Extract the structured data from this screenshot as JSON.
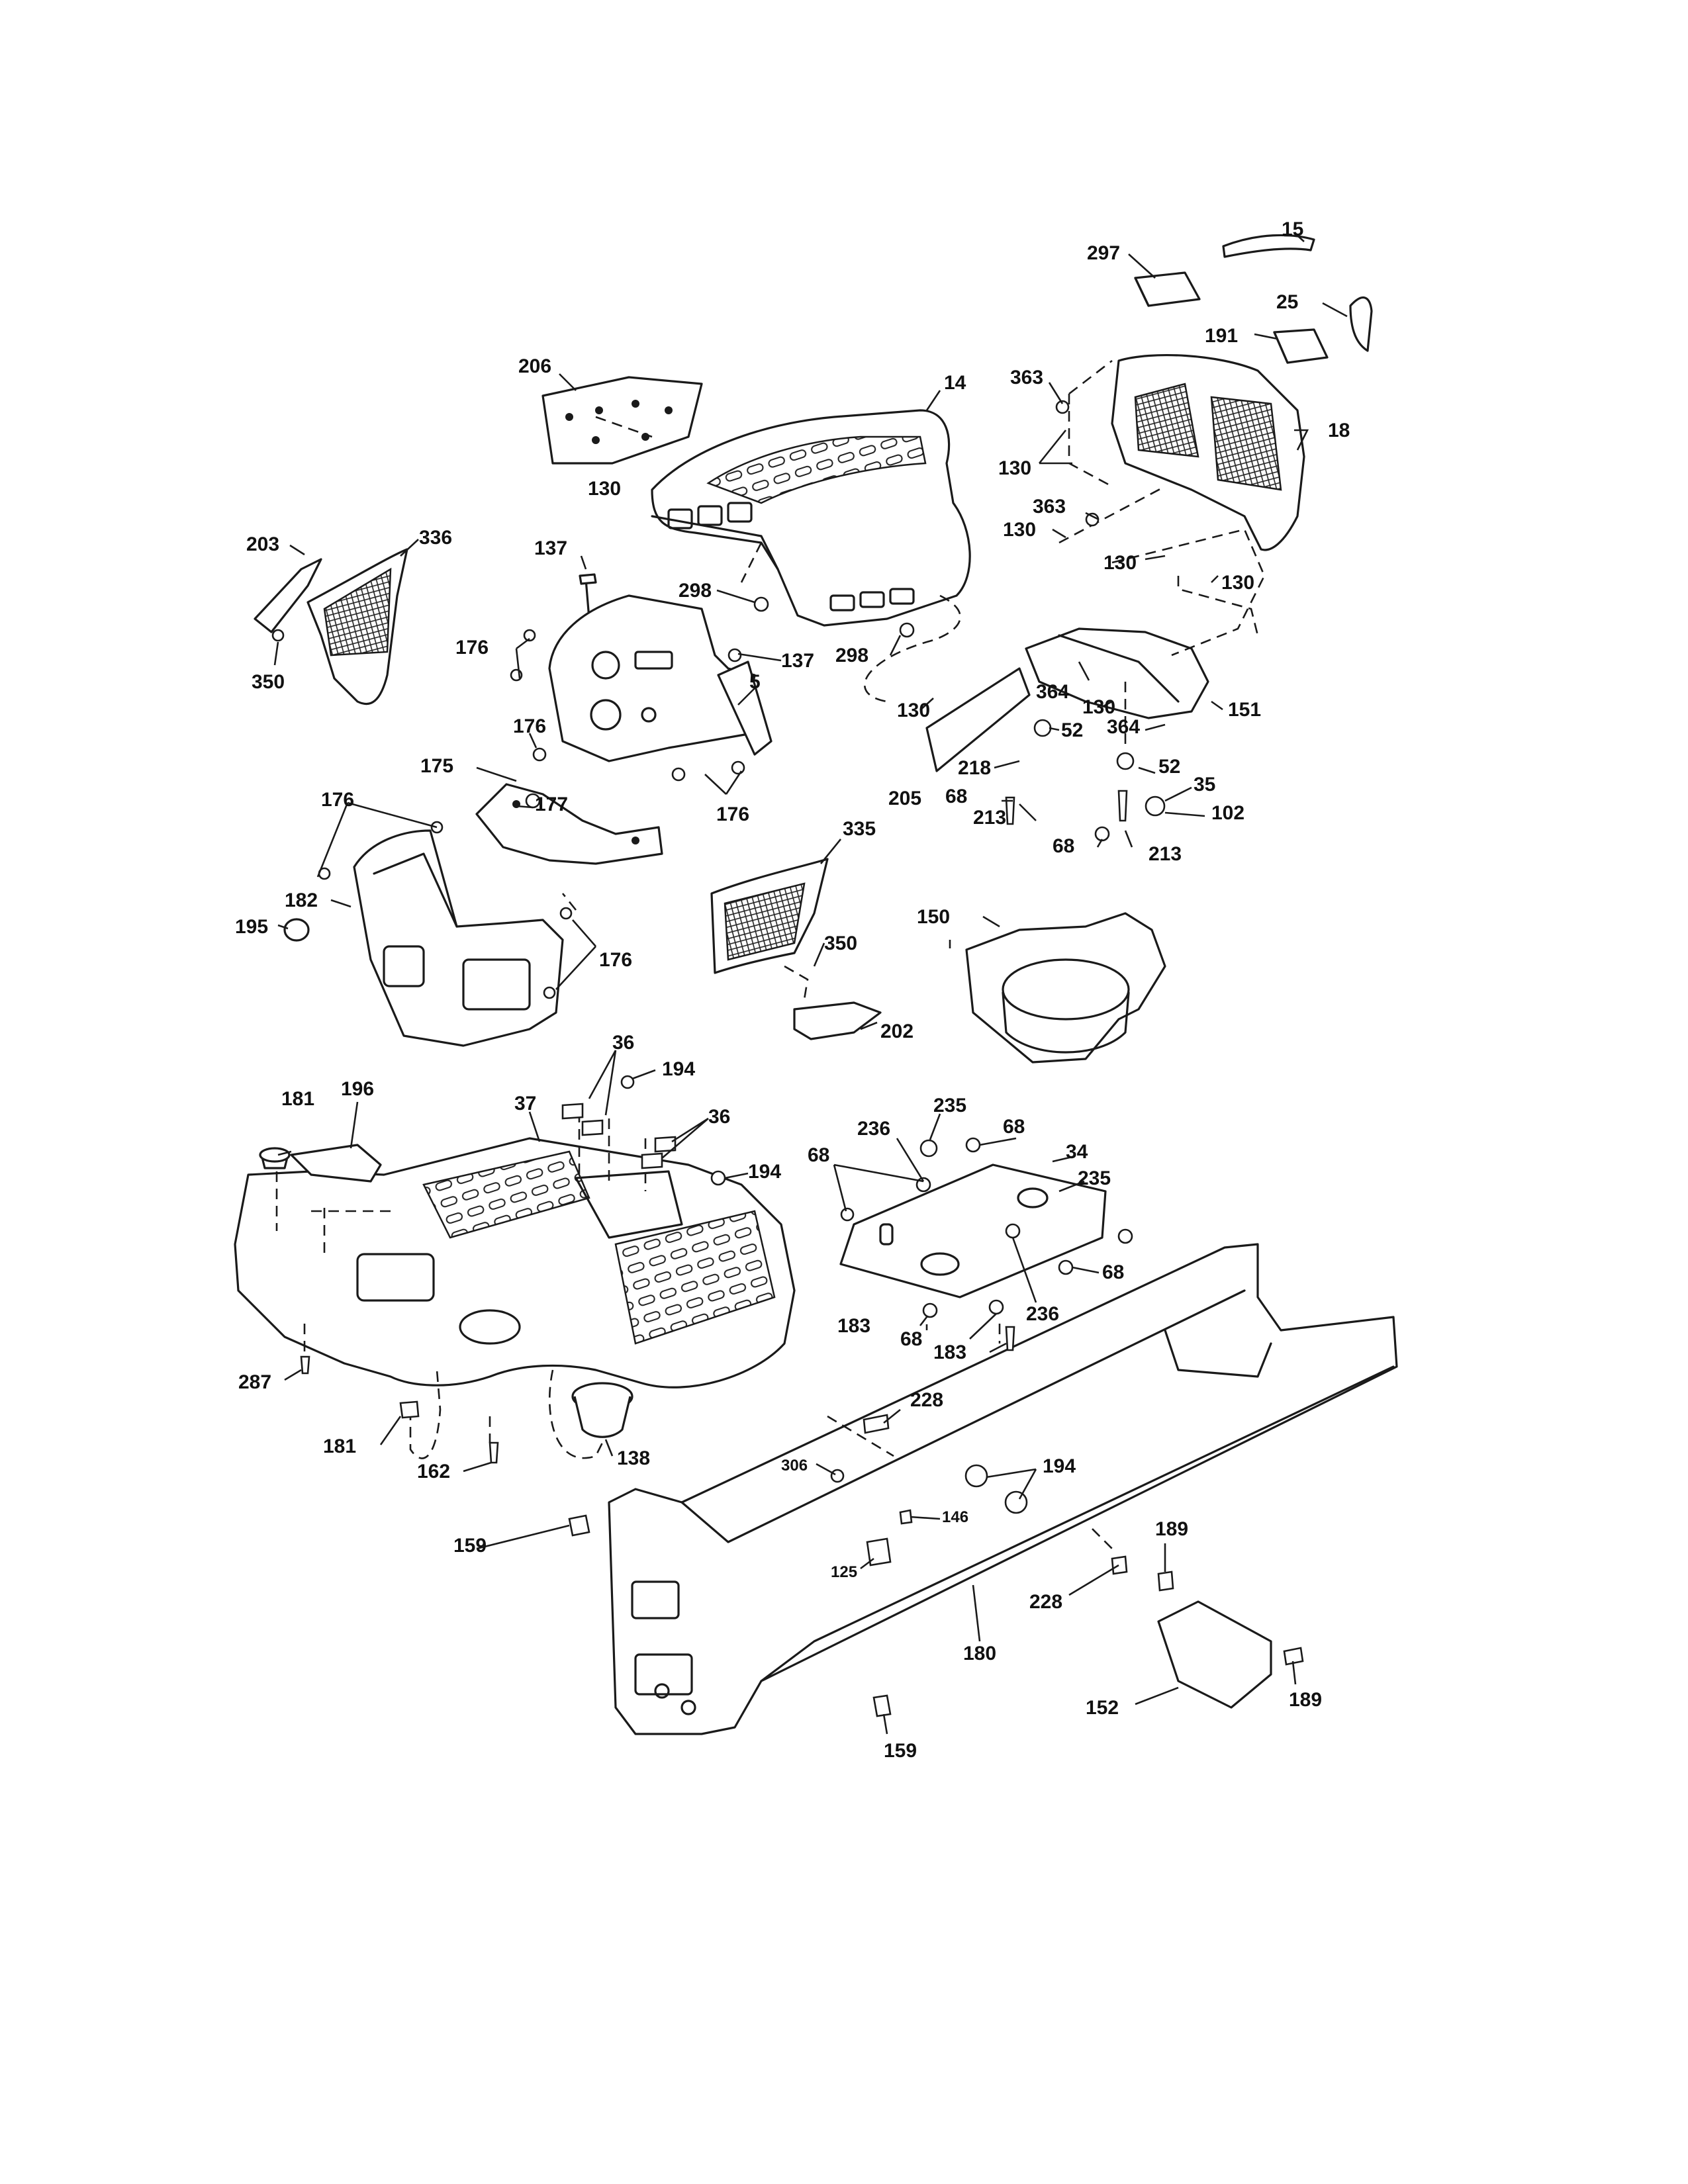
{
  "diagram": {
    "type": "exploded-parts-diagram",
    "callouts": [
      {
        "id": "c15",
        "label": "15"
      },
      {
        "id": "c297",
        "label": "297"
      },
      {
        "id": "c25",
        "label": "25"
      },
      {
        "id": "c191",
        "label": "191"
      },
      {
        "id": "c206",
        "label": "206"
      },
      {
        "id": "c14",
        "label": "14"
      },
      {
        "id": "c363a",
        "label": "363"
      },
      {
        "id": "c18",
        "label": "18"
      },
      {
        "id": "c130a",
        "label": "130"
      },
      {
        "id": "c130b",
        "label": "130"
      },
      {
        "id": "c363b",
        "label": "363"
      },
      {
        "id": "c130c",
        "label": "130"
      },
      {
        "id": "c130d",
        "label": "130"
      },
      {
        "id": "c130e",
        "label": "130"
      },
      {
        "id": "c203",
        "label": "203"
      },
      {
        "id": "c336",
        "label": "336"
      },
      {
        "id": "c137a",
        "label": "137"
      },
      {
        "id": "c298a",
        "label": "298"
      },
      {
        "id": "c176a",
        "label": "176"
      },
      {
        "id": "c137b",
        "label": "137"
      },
      {
        "id": "c298b",
        "label": "298"
      },
      {
        "id": "c350a",
        "label": "350"
      },
      {
        "id": "c5",
        "label": "5"
      },
      {
        "id": "c364a",
        "label": "364"
      },
      {
        "id": "c130f",
        "label": "130"
      },
      {
        "id": "c130g",
        "label": "130"
      },
      {
        "id": "c151",
        "label": "151"
      },
      {
        "id": "c176b",
        "label": "176"
      },
      {
        "id": "c364b",
        "label": "364"
      },
      {
        "id": "c52a",
        "label": "52"
      },
      {
        "id": "c175",
        "label": "175"
      },
      {
        "id": "c218",
        "label": "218"
      },
      {
        "id": "c52b",
        "label": "52"
      },
      {
        "id": "c176c",
        "label": "176"
      },
      {
        "id": "c68a",
        "label": "68"
      },
      {
        "id": "c205",
        "label": "205"
      },
      {
        "id": "c35",
        "label": "35"
      },
      {
        "id": "c176d",
        "label": "176"
      },
      {
        "id": "c177",
        "label": "177"
      },
      {
        "id": "c213a",
        "label": "213"
      },
      {
        "id": "c102",
        "label": "102"
      },
      {
        "id": "c68b",
        "label": "68"
      },
      {
        "id": "c213b",
        "label": "213"
      },
      {
        "id": "c335",
        "label": "335"
      },
      {
        "id": "c182",
        "label": "182"
      },
      {
        "id": "c150",
        "label": "150"
      },
      {
        "id": "c195",
        "label": "195"
      },
      {
        "id": "c350b",
        "label": "350"
      },
      {
        "id": "c176e",
        "label": "176"
      },
      {
        "id": "c202",
        "label": "202"
      },
      {
        "id": "c36a",
        "label": "36"
      },
      {
        "id": "c194a",
        "label": "194"
      },
      {
        "id": "c181a",
        "label": "181"
      },
      {
        "id": "c196",
        "label": "196"
      },
      {
        "id": "c37",
        "label": "37"
      },
      {
        "id": "c36b",
        "label": "36"
      },
      {
        "id": "c235a",
        "label": "235"
      },
      {
        "id": "c236a",
        "label": "236"
      },
      {
        "id": "c68c",
        "label": "68"
      },
      {
        "id": "c34",
        "label": "34"
      },
      {
        "id": "c194b",
        "label": "194"
      },
      {
        "id": "c68d",
        "label": "68"
      },
      {
        "id": "c235b",
        "label": "235"
      },
      {
        "id": "c68e",
        "label": "68"
      },
      {
        "id": "c236b",
        "label": "236"
      },
      {
        "id": "c183a",
        "label": "183"
      },
      {
        "id": "c68f",
        "label": "68"
      },
      {
        "id": "c183b",
        "label": "183"
      },
      {
        "id": "c287",
        "label": "287"
      },
      {
        "id": "c228a",
        "label": "228"
      },
      {
        "id": "c181b",
        "label": "181"
      },
      {
        "id": "c138",
        "label": "138"
      },
      {
        "id": "c306",
        "label": "306"
      },
      {
        "id": "c194c",
        "label": "194"
      },
      {
        "id": "c162",
        "label": "162"
      },
      {
        "id": "c146",
        "label": "146"
      },
      {
        "id": "c159a",
        "label": "159"
      },
      {
        "id": "c189a",
        "label": "189"
      },
      {
        "id": "c125",
        "label": "125"
      },
      {
        "id": "c228b",
        "label": "228"
      },
      {
        "id": "c180",
        "label": "180"
      },
      {
        "id": "c189b",
        "label": "189"
      },
      {
        "id": "c152",
        "label": "152"
      },
      {
        "id": "c159b",
        "label": "159"
      }
    ]
  }
}
